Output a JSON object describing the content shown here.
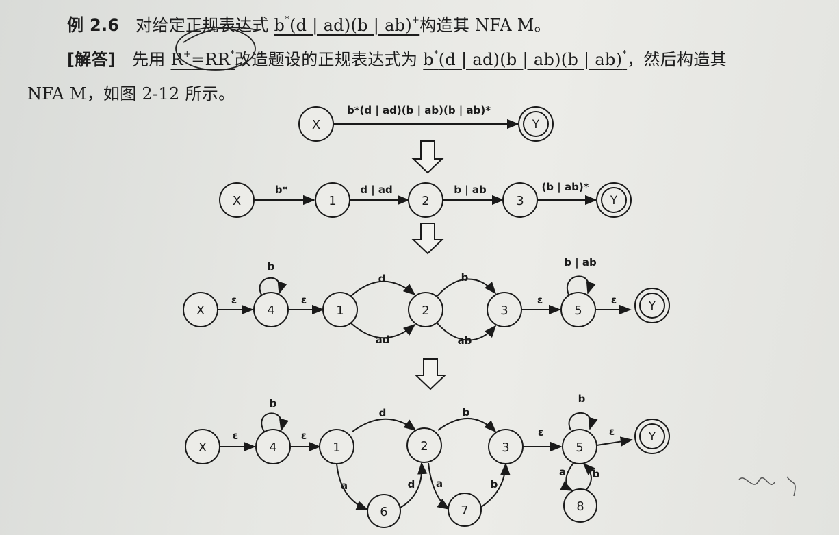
{
  "text": {
    "example_label": "例 2.6",
    "example_prefix": "对给定正规表达式",
    "regex_given": "b*(d | ad)(b | ab)+",
    "example_suffix": "构造其 NFA M。",
    "answer_label": "[解答]",
    "answer_p1": "先用",
    "rule": "R+=RR*",
    "answer_p2": "改造题设的正规表达式为",
    "regex_rewritten": "b*(d | ad)(b | ab)(b | ab)*",
    "answer_p3": "，然后构造其",
    "answer_line2": "NFA M，如图 2-12 所示。"
  },
  "diagram": {
    "stage1": {
      "nodes": {
        "X": "X",
        "Y": "Y"
      },
      "edge_label": "b*(d | ad)(b | ab)(b | ab)*"
    },
    "stage2": {
      "nodes": {
        "X": "X",
        "n1": "1",
        "n2": "2",
        "n3": "3",
        "Y": "Y"
      },
      "edges": {
        "x_1": "b*",
        "1_2": "d | ad",
        "2_3": "b | ab",
        "3_y": "(b | ab)*"
      }
    },
    "stage3": {
      "nodes": {
        "X": "X",
        "n4": "4",
        "n1": "1",
        "n2": "2",
        "n3": "3",
        "n5": "5",
        "Y": "Y"
      },
      "edges": {
        "x_4": "ε",
        "loop_4": "b",
        "4_1": "ε",
        "1_2_top": "d",
        "1_2_bottom": "ad",
        "2_3_top": "b",
        "2_3_bottom": "ab",
        "3_5": "ε",
        "loop_5": "b | ab",
        "5_y": "ε"
      }
    },
    "stage4": {
      "nodes": {
        "X": "X",
        "n4": "4",
        "n1": "1",
        "n2": "2",
        "n3": "3",
        "n5": "5",
        "Y": "Y",
        "n6": "6",
        "n7": "7",
        "n8": "8"
      },
      "edges": {
        "x_4": "ε",
        "loop_4": "b",
        "4_1": "ε",
        "1_2": "d",
        "2_3": "b",
        "3_5": "ε",
        "loop_5": "b",
        "5_y": "ε",
        "1_6": "a",
        "6_2": "d",
        "2_7": "a",
        "7_3": "b",
        "5_8": "a",
        "8_5": "b"
      }
    }
  }
}
